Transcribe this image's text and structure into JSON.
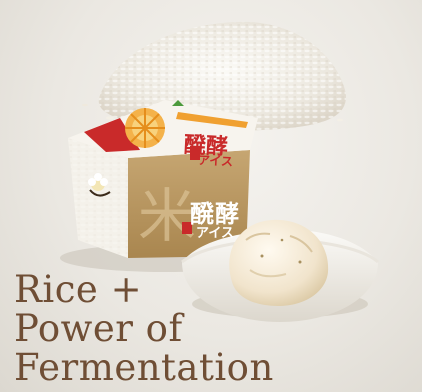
{
  "headline": {
    "line1": "Rice +",
    "line2": "Power of",
    "line3": "Fermentation"
  },
  "package": {
    "product_name_top": "醗酵",
    "product_name_top_sub": "アイス",
    "product_name_side": "醗酵",
    "product_name_side_sub": "アイス",
    "kanji_rice": "米"
  },
  "colors": {
    "headline": "#6f4e35",
    "package_red": "#c92a2a",
    "package_kraft": "#b99864",
    "package_orange": "#f0a030",
    "package_green": "#4c9a3c"
  },
  "icons": [
    "rice-pile",
    "ice-cream-cup",
    "ice-cream-scoop",
    "ceramic-bowl",
    "vanilla-flower"
  ]
}
